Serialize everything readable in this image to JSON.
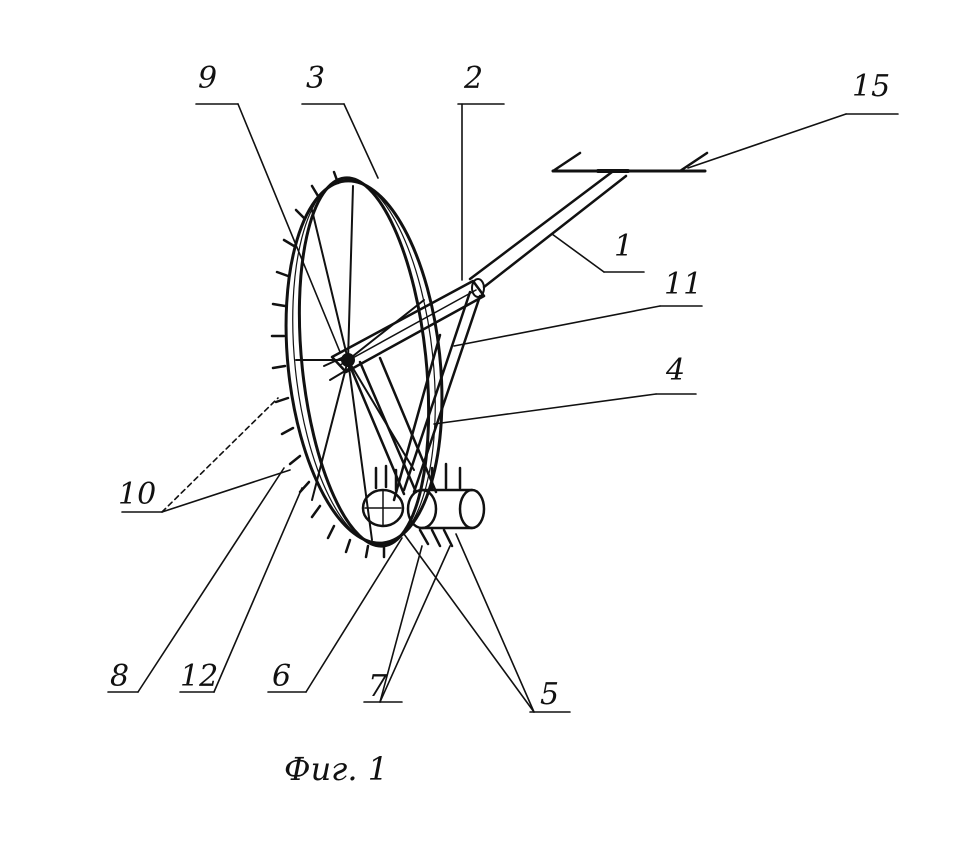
{
  "colors": {
    "ink": "#111111",
    "paper": "#ffffff"
  },
  "labels": {
    "n1": "1",
    "n2": "2",
    "n3": "3",
    "n4": "4",
    "n5": "5",
    "n6": "6",
    "n7": "7",
    "n8": "8",
    "n9": "9",
    "n10": "10",
    "n11": "11",
    "n12": "12",
    "n15": "15"
  },
  "caption": "Фиг. 1"
}
